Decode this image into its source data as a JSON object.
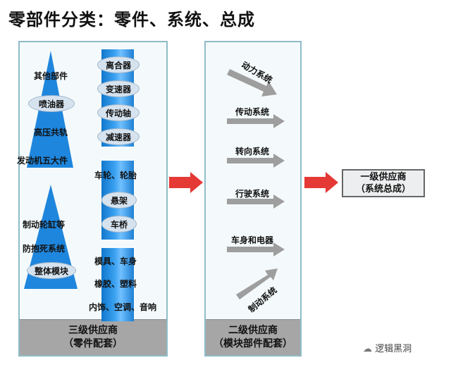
{
  "title": "零部件分类：零件、系统、总成",
  "tier3": {
    "pyramid_top": [
      "其他部件",
      "喷油器",
      "高压共轨",
      "发动机五大件"
    ],
    "pyramid_bottom": [
      "制动轮缸等",
      "防抱死系统",
      "整体模块"
    ],
    "bar1_items": [
      "离合器",
      "变速器",
      "传动轴",
      "减速器"
    ],
    "bar2_items": [
      "车轮、轮胎",
      "悬架",
      "车桥"
    ],
    "bar3_items": [
      "模具、车身",
      "橡胶、塑料",
      "内饰、空调、音响"
    ],
    "footer_line1": "三级供应商",
    "footer_line2": "（零件配套）"
  },
  "tier2": {
    "systems": [
      "动力系统",
      "传动系统",
      "转向系统",
      "行驶系统",
      "车身和电器",
      "制动系统"
    ],
    "footer_line1": "二级供应商",
    "footer_line2": "（模块部件配套）"
  },
  "tier1": {
    "line1": "一级供应商",
    "line2": "（系统总成）"
  },
  "brand": "逻辑黑洞",
  "colors": {
    "pyramid_blue": "#1f86dd",
    "bar_blue": "#2a8fe6",
    "oval_fill": "#d6e3ef",
    "red_arrow": "#e53935",
    "grey_arrow": "#9e9e9e",
    "footer_grey": "#a6a6a6"
  },
  "icons": [
    "brand-logo-icon"
  ]
}
